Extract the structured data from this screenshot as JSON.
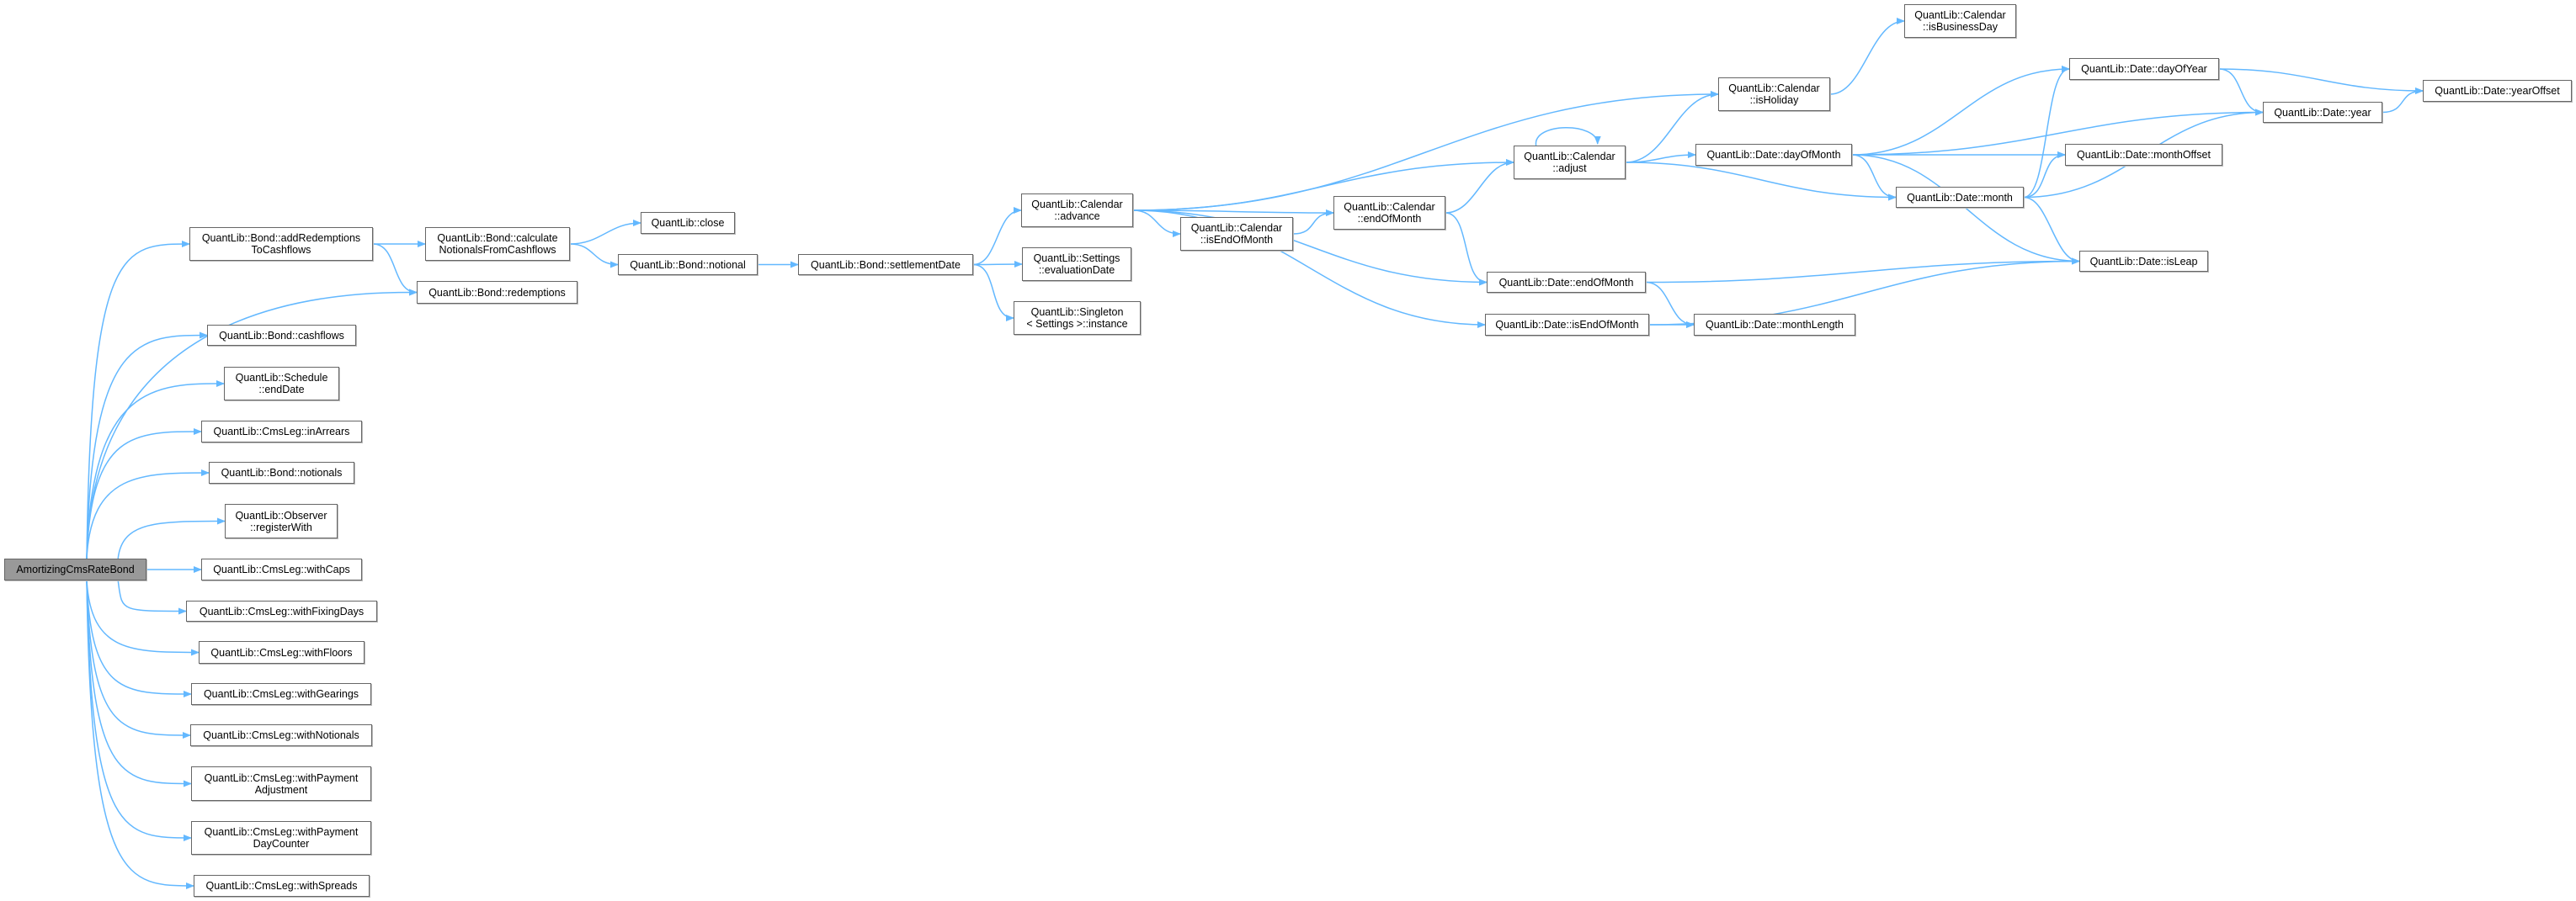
{
  "graph": {
    "colors": {
      "edge": "#63b8ff",
      "root_fill": "#999999",
      "node_border": "#666666"
    },
    "nodes": {
      "root": "AmortizingCmsRateBond",
      "addRedemptions": "QuantLib::Bond::addRedemptions\nToCashflows",
      "calcNotionals": "QuantLib::Bond::calculate\nNotionalsFromCashflows",
      "redemptions": "QuantLib::Bond::redemptions",
      "cashflows": "QuantLib::Bond::cashflows",
      "endDate": "QuantLib::Schedule\n::endDate",
      "inArrears": "QuantLib::CmsLeg::inArrears",
      "notionals": "QuantLib::Bond::notionals",
      "registerWith": "QuantLib::Observer\n::registerWith",
      "withCaps": "QuantLib::CmsLeg::withCaps",
      "withFixingDays": "QuantLib::CmsLeg::withFixingDays",
      "withFloors": "QuantLib::CmsLeg::withFloors",
      "withGearings": "QuantLib::CmsLeg::withGearings",
      "withNotionals": "QuantLib::CmsLeg::withNotionals",
      "withPaymentAdjustment": "QuantLib::CmsLeg::withPayment\nAdjustment",
      "withPaymentDayCounter": "QuantLib::CmsLeg::withPayment\nDayCounter",
      "withSpreads": "QuantLib::CmsLeg::withSpreads",
      "close": "QuantLib::close",
      "notional": "QuantLib::Bond::notional",
      "settlementDate": "QuantLib::Bond::settlementDate",
      "advance": "QuantLib::Calendar\n::advance",
      "evaluationDate": "QuantLib::Settings\n::evaluationDate",
      "singleton": "QuantLib::Singleton\n< Settings >::instance",
      "calIsEndOfMonth": "QuantLib::Calendar\n::isEndOfMonth",
      "calEndOfMonth": "QuantLib::Calendar\n::endOfMonth",
      "adjust": "QuantLib::Calendar\n::adjust",
      "isHoliday": "QuantLib::Calendar\n::isHoliday",
      "isBusinessDay": "QuantLib::Calendar\n::isBusinessDay",
      "dayOfMonth": "QuantLib::Date::dayOfMonth",
      "dayOfYear": "QuantLib::Date::dayOfYear",
      "yearOffset": "QuantLib::Date::yearOffset",
      "year": "QuantLib::Date::year",
      "monthOffset": "QuantLib::Date::monthOffset",
      "month": "QuantLib::Date::month",
      "isLeap": "QuantLib::Date::isLeap",
      "dateEndOfMonth": "QuantLib::Date::endOfMonth",
      "dateIsEndOfMonth": "QuantLib::Date::isEndOfMonth",
      "monthLength": "QuantLib::Date::monthLength"
    },
    "edges": [
      [
        "root",
        "addRedemptions"
      ],
      [
        "root",
        "redemptions"
      ],
      [
        "root",
        "cashflows"
      ],
      [
        "root",
        "endDate"
      ],
      [
        "root",
        "inArrears"
      ],
      [
        "root",
        "notionals"
      ],
      [
        "root",
        "registerWith"
      ],
      [
        "root",
        "withCaps"
      ],
      [
        "root",
        "withFixingDays"
      ],
      [
        "root",
        "withFloors"
      ],
      [
        "root",
        "withGearings"
      ],
      [
        "root",
        "withNotionals"
      ],
      [
        "root",
        "withPaymentAdjustment"
      ],
      [
        "root",
        "withPaymentDayCounter"
      ],
      [
        "root",
        "withSpreads"
      ],
      [
        "addRedemptions",
        "calcNotionals"
      ],
      [
        "addRedemptions",
        "redemptions"
      ],
      [
        "calcNotionals",
        "close"
      ],
      [
        "calcNotionals",
        "notional"
      ],
      [
        "notional",
        "settlementDate"
      ],
      [
        "settlementDate",
        "advance"
      ],
      [
        "settlementDate",
        "evaluationDate"
      ],
      [
        "settlementDate",
        "singleton"
      ],
      [
        "advance",
        "isHoliday"
      ],
      [
        "advance",
        "adjust"
      ],
      [
        "advance",
        "calEndOfMonth"
      ],
      [
        "advance",
        "calIsEndOfMonth"
      ],
      [
        "advance",
        "dateEndOfMonth"
      ],
      [
        "advance",
        "dateIsEndOfMonth"
      ],
      [
        "calIsEndOfMonth",
        "calEndOfMonth"
      ],
      [
        "calEndOfMonth",
        "adjust"
      ],
      [
        "calEndOfMonth",
        "dateEndOfMonth"
      ],
      [
        "adjust",
        "adjust"
      ],
      [
        "adjust",
        "isHoliday"
      ],
      [
        "adjust",
        "dayOfMonth"
      ],
      [
        "adjust",
        "month"
      ],
      [
        "isHoliday",
        "isBusinessDay"
      ],
      [
        "dayOfMonth",
        "dayOfYear"
      ],
      [
        "dayOfMonth",
        "year"
      ],
      [
        "dayOfMonth",
        "monthOffset"
      ],
      [
        "dayOfMonth",
        "month"
      ],
      [
        "dayOfMonth",
        "isLeap"
      ],
      [
        "dayOfYear",
        "yearOffset"
      ],
      [
        "dayOfYear",
        "year"
      ],
      [
        "month",
        "dayOfYear"
      ],
      [
        "month",
        "monthOffset"
      ],
      [
        "month",
        "year"
      ],
      [
        "month",
        "isLeap"
      ],
      [
        "year",
        "yearOffset"
      ],
      [
        "dateEndOfMonth",
        "isLeap"
      ],
      [
        "dateEndOfMonth",
        "monthLength"
      ],
      [
        "dateIsEndOfMonth",
        "monthLength"
      ],
      [
        "dateIsEndOfMonth",
        "isLeap"
      ]
    ]
  }
}
